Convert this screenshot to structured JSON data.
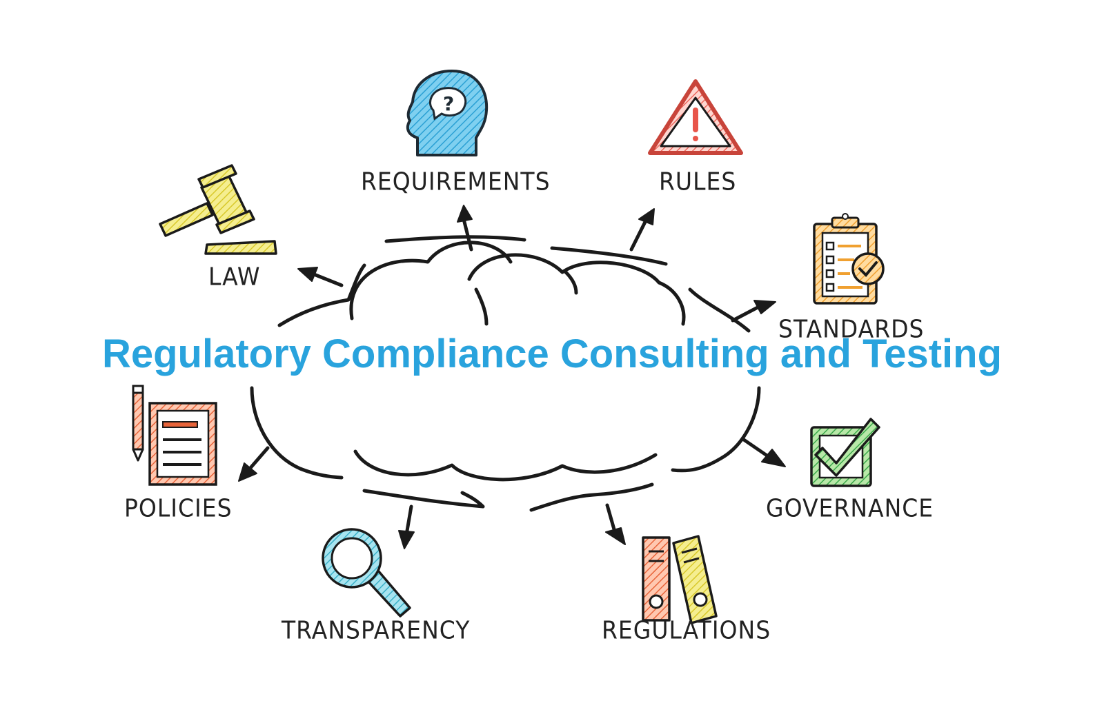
{
  "title": "Regulatory Compliance Consulting and Testing",
  "title_color": "#29a3dd",
  "nodes": [
    {
      "id": "requirements",
      "label": "REQUIREMENTS",
      "icon": "head-question-icon",
      "color": "#3aa8d8"
    },
    {
      "id": "rules",
      "label": "RULES",
      "icon": "warning-triangle-icon",
      "color": "#e8554a"
    },
    {
      "id": "law",
      "label": "LAW",
      "icon": "gavel-icon",
      "color": "#e5d43a"
    },
    {
      "id": "standards",
      "label": "STANDARDS",
      "icon": "clipboard-checklist-icon",
      "color": "#f0a030"
    },
    {
      "id": "policies",
      "label": "POLICIES",
      "icon": "document-pencil-icon",
      "color": "#e8643a"
    },
    {
      "id": "governance",
      "label": "GOVERNANCE",
      "icon": "checkbox-check-icon",
      "color": "#3aa84a"
    },
    {
      "id": "transparency",
      "label": "TRANSPARENCY",
      "icon": "magnifier-icon",
      "color": "#3ab0c8"
    },
    {
      "id": "regulations",
      "label": "REGULATIONS",
      "icon": "binders-icon",
      "color": "#e8643a"
    }
  ]
}
